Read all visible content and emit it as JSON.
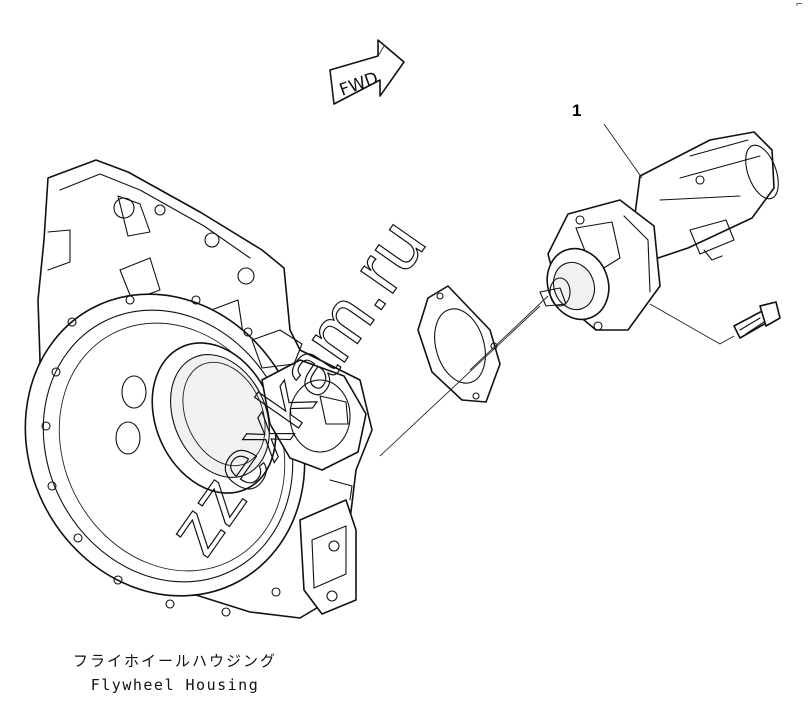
{
  "fwd_label": "FWD",
  "callout_number": "1",
  "caption_japanese": "フライホイールハウジング",
  "caption_english": "Flywheel Housing",
  "watermark_text": "zzexkam.ru",
  "corner_mark": "⌐"
}
